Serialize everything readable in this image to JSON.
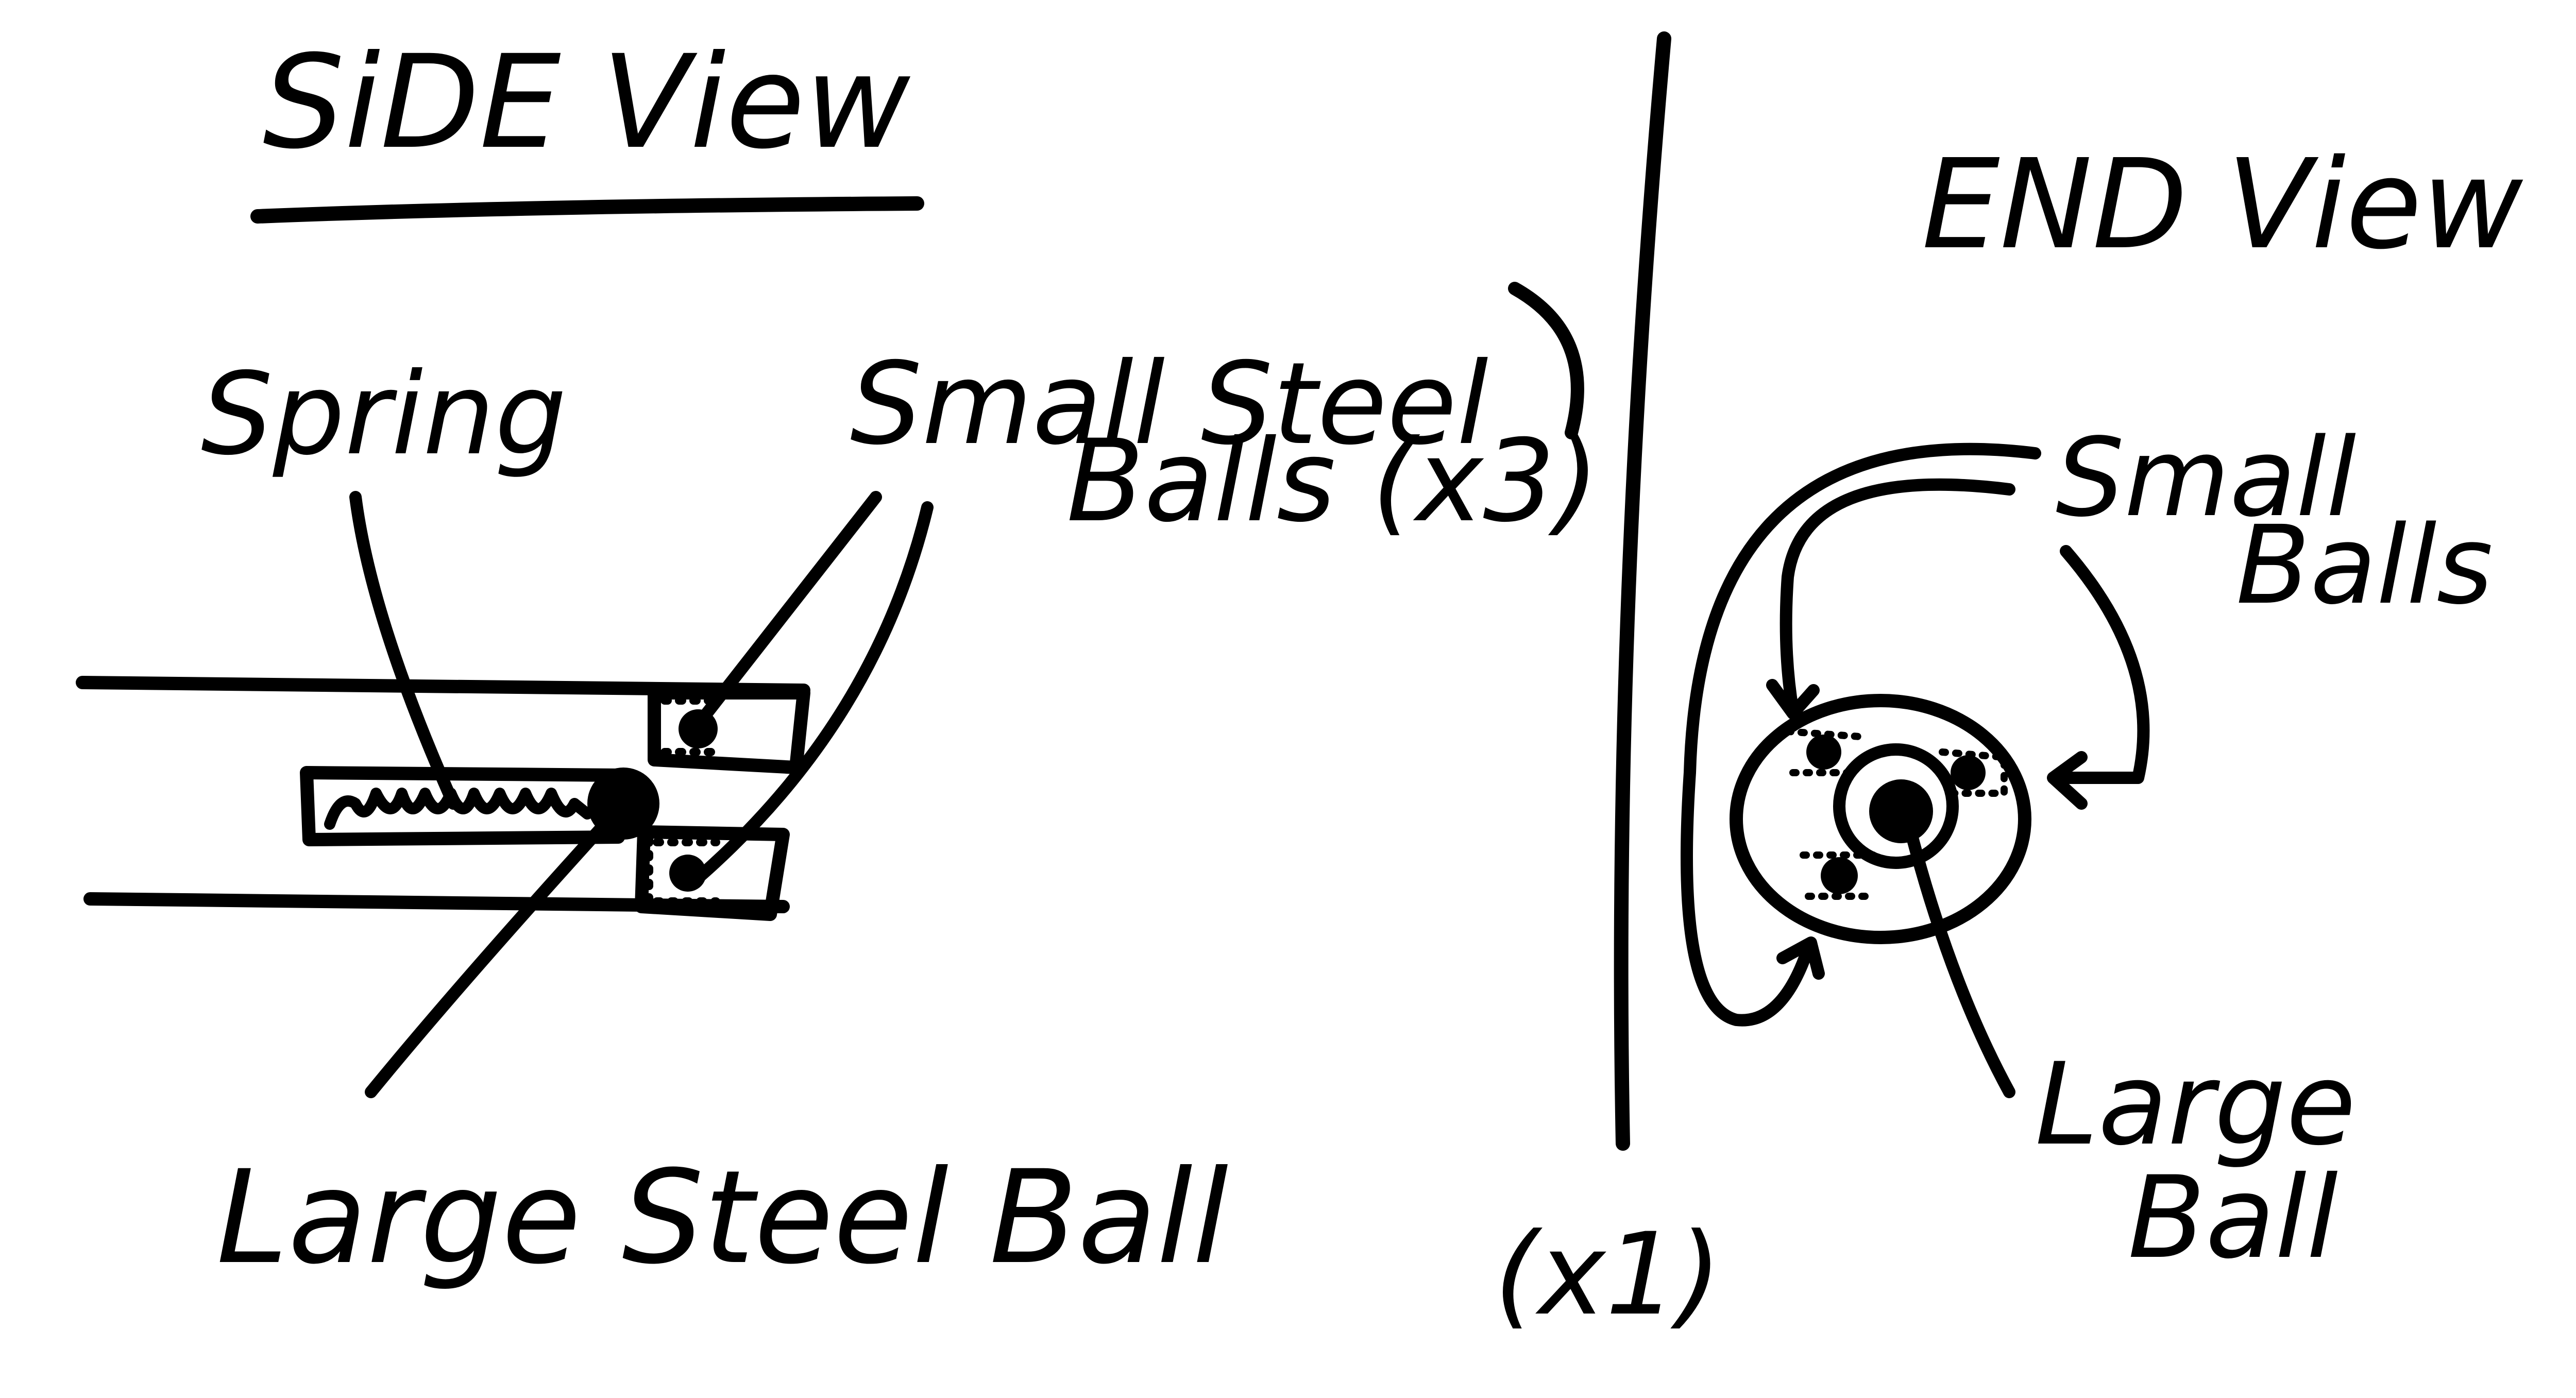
{
  "side_view": {
    "title": "SiDE View",
    "label_spring": "Spring",
    "label_small_balls_line1": "Small Steel",
    "label_small_balls_line2": "Balls (x3)",
    "label_large_ball": "Large Steel Ball",
    "label_large_ball_count": "(x1)"
  },
  "end_view": {
    "title": "END View",
    "label_small_balls_line1": "Small",
    "label_small_balls_line2": "Balls",
    "label_large_ball_line1": "Large",
    "label_large_ball_line2": "Ball"
  },
  "colors": {
    "ink": "#000000",
    "paper": "#ffffff"
  }
}
